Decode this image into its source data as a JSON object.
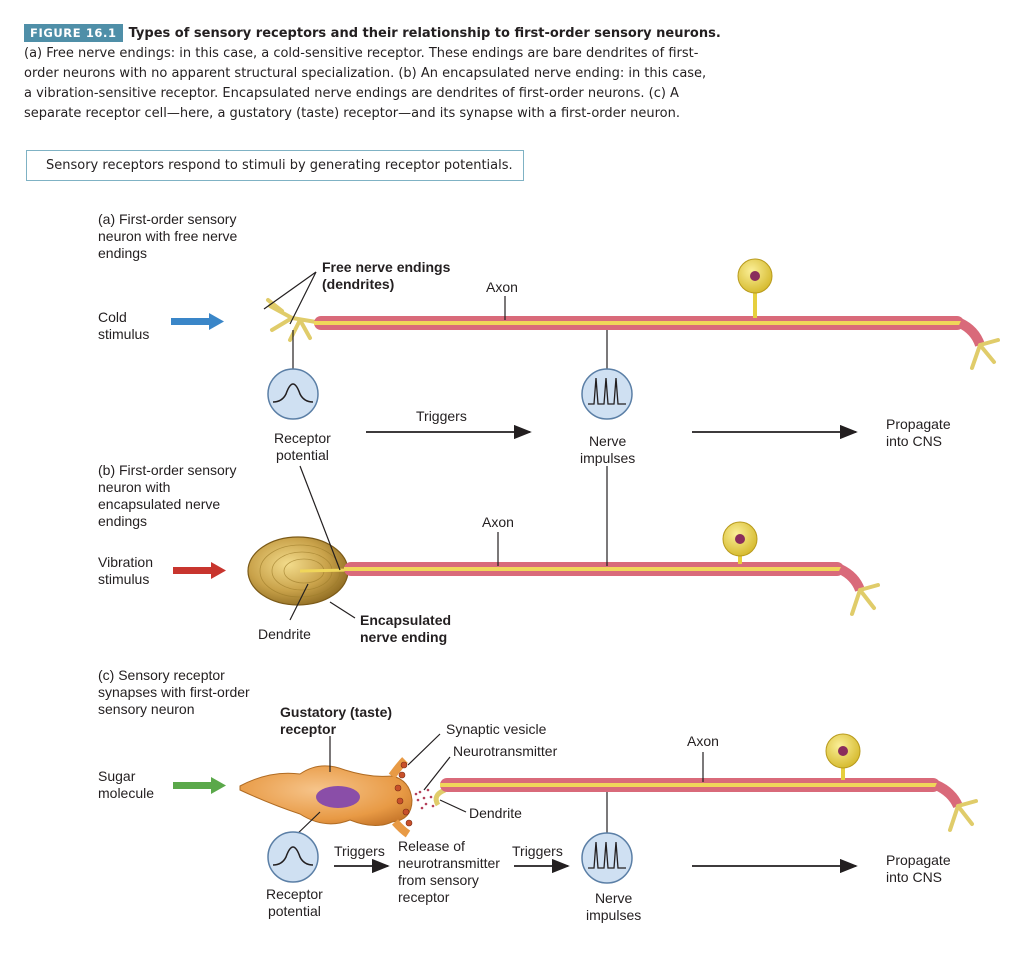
{
  "caption": {
    "badge": "FIGURE 16.1",
    "title": "Types of sensory receptors and their relationship to first-order sensory neurons.",
    "lines": [
      "(a) Free nerve endings: in this case, a cold-sensitive receptor. These endings are bare dendrites of first-",
      "order neurons with no apparent structural specialization. (b) An encapsulated nerve ending: in this case,",
      "a vibration-sensitive receptor. Encapsulated nerve endings are dendrites of first-order neurons. (c) A",
      "separate receptor cell—here, a gustatory (taste) receptor—and its synapse with a first-order neuron."
    ]
  },
  "callout": "Sensory receptors respond to stimuli by generating receptor potentials.",
  "panel_a": {
    "heading": "(a) First-order sensory\n     neuron with free nerve\n     endings",
    "stimulus": "Cold\nstimulus",
    "free_endings": "Free nerve endings\n(dendrites)",
    "axon": "Axon",
    "receptor_potential": "Receptor\npotential",
    "triggers": "Triggers",
    "nerve_impulses": "Nerve\nimpulses",
    "propagate": "Propagate\ninto CNS"
  },
  "panel_b": {
    "heading": "(b) First-order sensory\n     neuron with\n     encapsulated nerve\n     endings",
    "stimulus": "Vibration\nstimulus",
    "axon": "Axon",
    "dendrite": "Dendrite",
    "encapsulated": "Encapsulated\nnerve ending"
  },
  "panel_c": {
    "heading": "(c) Sensory receptor\n     synapses with first-order\n     sensory neuron",
    "stimulus": "Sugar\nmolecule",
    "gustatory": "Gustatory (taste)\nreceptor",
    "synaptic_vesicle": "Synaptic vesicle",
    "neurotransmitter": "Neurotransmitter",
    "dendrite": "Dendrite",
    "axon": "Axon",
    "triggers_1": "Triggers",
    "release": "Release of\nneurotransmitter\nfrom sensory\nreceptor",
    "triggers_2": "Triggers",
    "receptor_potential": "Receptor\npotential",
    "nerve_impulses": "Nerve\nimpulses",
    "propagate": "Propagate\ninto CNS"
  },
  "colors": {
    "badge": "#4f8fa8",
    "callout_border": "#7fb2c4",
    "axon_sheath": "#d96a7a",
    "axon_core": "#f0d65a",
    "node": "#8a2d5c",
    "neuron_body": "#e6cf3e",
    "arrow_cold": "#3a86c8",
    "arrow_vibration": "#c8352e",
    "arrow_sugar": "#5aa84a",
    "graph_circle": "#cfe0f2",
    "receptor_cell": "#e89a45",
    "capsule": "#c9a24a"
  },
  "icons": [
    "cold-arrow-icon",
    "vibration-arrow-icon",
    "sugar-arrow-icon",
    "receptor-potential-graph-icon",
    "nerve-impulse-graph-icon"
  ]
}
